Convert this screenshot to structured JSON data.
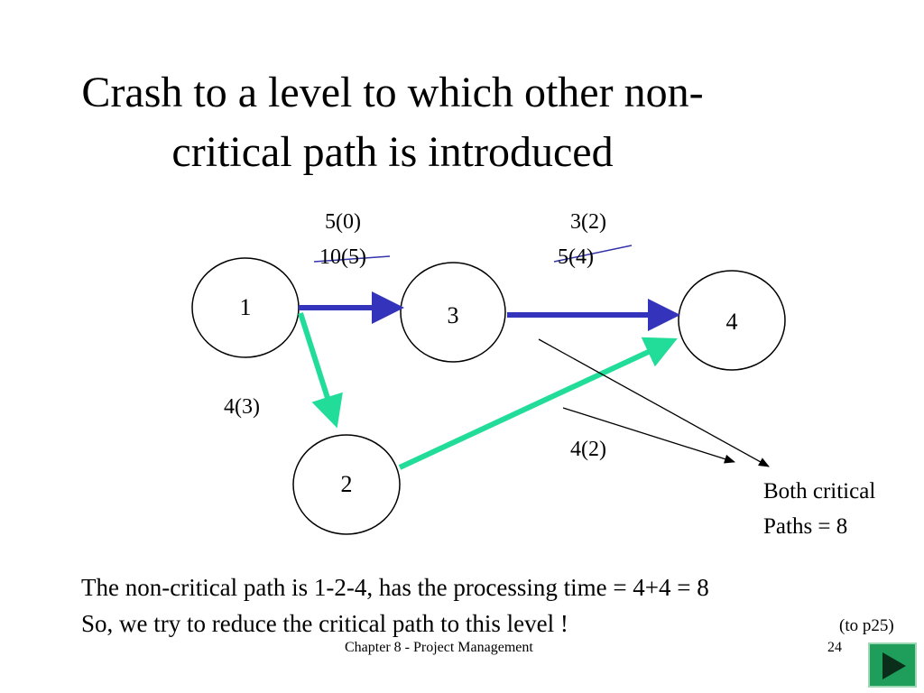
{
  "slide": {
    "title_line1": "Crash to a level to which other non-",
    "title_line2": "critical path is introduced"
  },
  "nodes": [
    {
      "id": "1",
      "label": "1"
    },
    {
      "id": "2",
      "label": "2"
    },
    {
      "id": "3",
      "label": "3"
    },
    {
      "id": "4",
      "label": "4"
    }
  ],
  "edges": {
    "e13_new": "5(0)",
    "e13_old": "10(5)",
    "e34_new": "3(2)",
    "e34_old": "5(4)",
    "e12": "4(3)",
    "e24": "4(2)"
  },
  "callout": {
    "line1": "Both critical",
    "line2": "Paths = 8"
  },
  "notes": {
    "line1": "The non-critical path is 1-2-4, has the processing time = 4+4 = 8",
    "line2": "So, we try to reduce the critical path to this level !",
    "ref": "(to p25)"
  },
  "footer": {
    "chapter": "Chapter 8 - Project Management",
    "page": "24"
  },
  "colors": {
    "critical_arrow": "#3333bb",
    "noncritical_arrow": "#22dd99",
    "strike": "#3333aa",
    "nav_button": "#1e9e5a"
  },
  "icons": {
    "next": "play-triangle-icon"
  }
}
